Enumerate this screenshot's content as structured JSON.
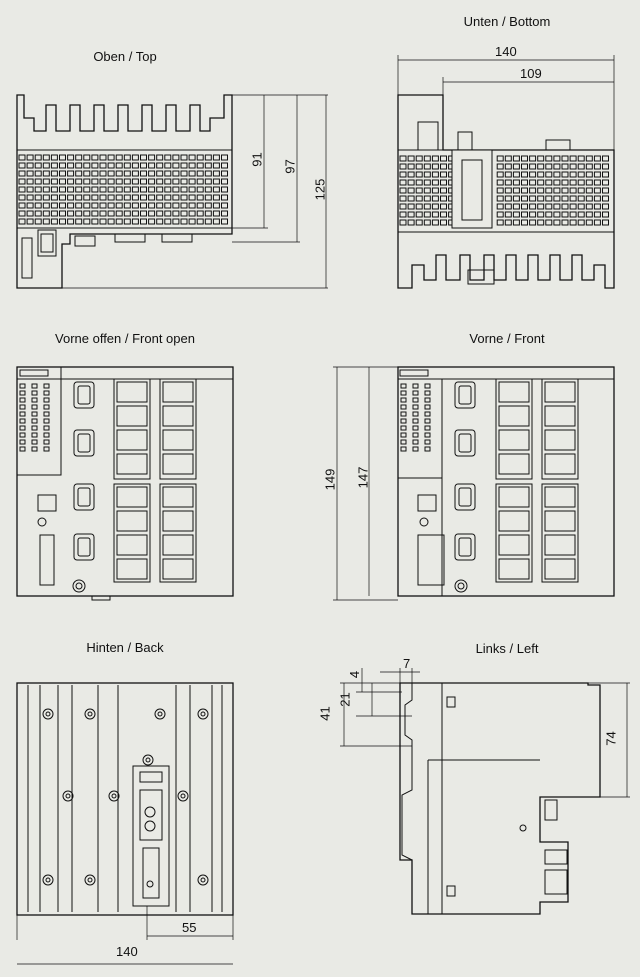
{
  "views": {
    "top": "Oben / Top",
    "bottom": "Unten / Bottom",
    "front_open": "Vorne offen / Front open",
    "front": "Vorne / Front",
    "back": "Hinten / Back",
    "left": "Links / Left"
  },
  "dims": {
    "top_91": "91",
    "top_97": "97",
    "top_125": "125",
    "bottom_140": "140",
    "bottom_109": "109",
    "front_149": "149",
    "front_147": "147",
    "back_55": "55",
    "back_140": "140",
    "left_4": "4",
    "left_7": "7",
    "left_21": "21",
    "left_41": "41",
    "left_74": "74"
  },
  "colors": {
    "background": "#e9eae5",
    "line": "#111111"
  }
}
